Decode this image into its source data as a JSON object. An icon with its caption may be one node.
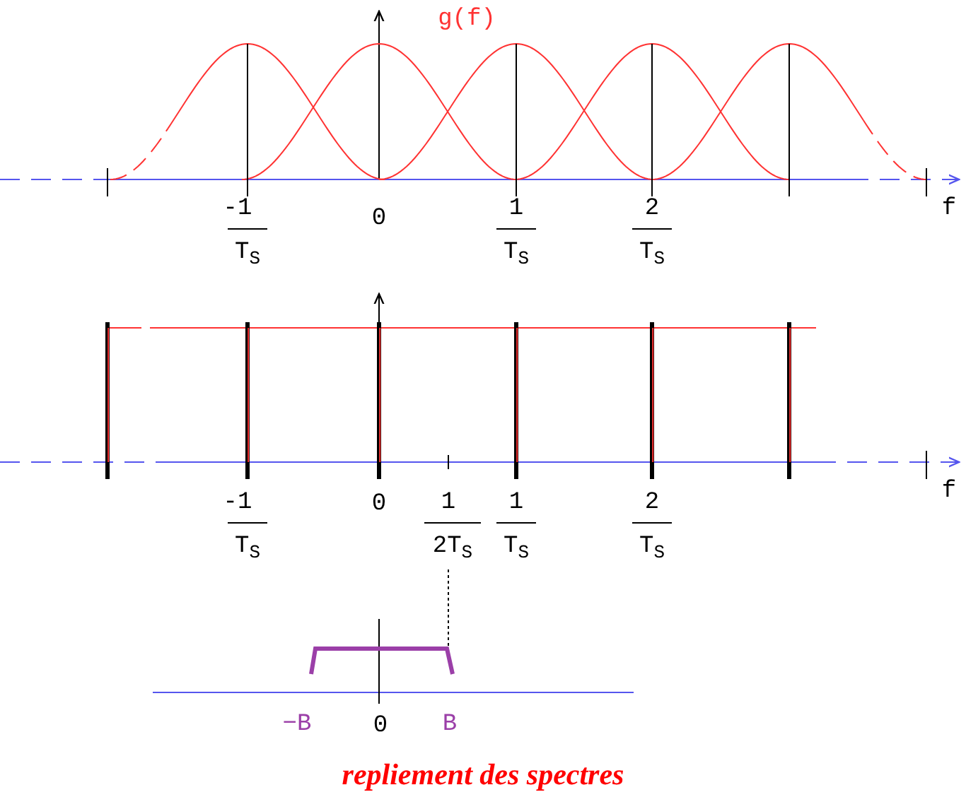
{
  "diagram": {
    "caption": "repliement des spectres",
    "labels": [
      "g(f)",
      "-1",
      "0",
      "1",
      "2",
      "f",
      "T$_{S}$",
      "T$_{S}$",
      "T$_{S}$",
      "-1",
      "0",
      "1",
      "1",
      "2",
      "f",
      "T$_{S}$",
      "2T$_{S}$",
      "T$_{S}$",
      "T$_{S}$",
      "−B",
      "0",
      "B"
    ]
  }
}
